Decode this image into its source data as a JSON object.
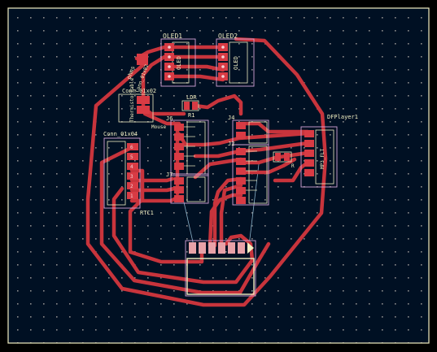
{
  "app": {
    "title": "PCB Editor"
  },
  "colors": {
    "background": "#000000",
    "board_fill": "#001023",
    "board_outline": "#f2eec2",
    "grid_dot": "#8c8c8c",
    "track": "#c8343c",
    "pad": "#d83b44",
    "pad_hole": "#f3d2d6",
    "silkscreen": "#f2eec2",
    "courtyard": "#d6a4d8",
    "ratsnest": "#8ab0c8",
    "label_text": "#f2eec2"
  },
  "components": {
    "oled1": {
      "ref": "OLED1",
      "value": "OLED"
    },
    "oled2": {
      "ref": "OLED2",
      "value": "OLED"
    },
    "conn_ohms": {
      "ref": "ohms",
      "value": "Conn_01x02"
    },
    "conn_bat": {
      "ref": "Conn_01x02",
      "value": "ThermistorTable"
    },
    "ldr": {
      "ref": "LDR",
      "value": "R1"
    },
    "j6": {
      "ref": "J6",
      "value": "Mouse"
    },
    "j4": {
      "ref": "J4",
      "value": ""
    },
    "j2": {
      "ref": "J2",
      "value": ""
    },
    "j7": {
      "ref": "J7",
      "value": ""
    },
    "r_bottom": {
      "ref": "R",
      "value": ""
    },
    "dfplayer": {
      "ref": "DFPlayer1",
      "value": "MP3_FLT"
    },
    "rtc_conn": {
      "ref": "Conn_01x04",
      "value": ""
    },
    "rtc": {
      "ref": "RTC1",
      "value": ""
    },
    "ic_bottom": {
      "ref": "",
      "value": ""
    }
  }
}
